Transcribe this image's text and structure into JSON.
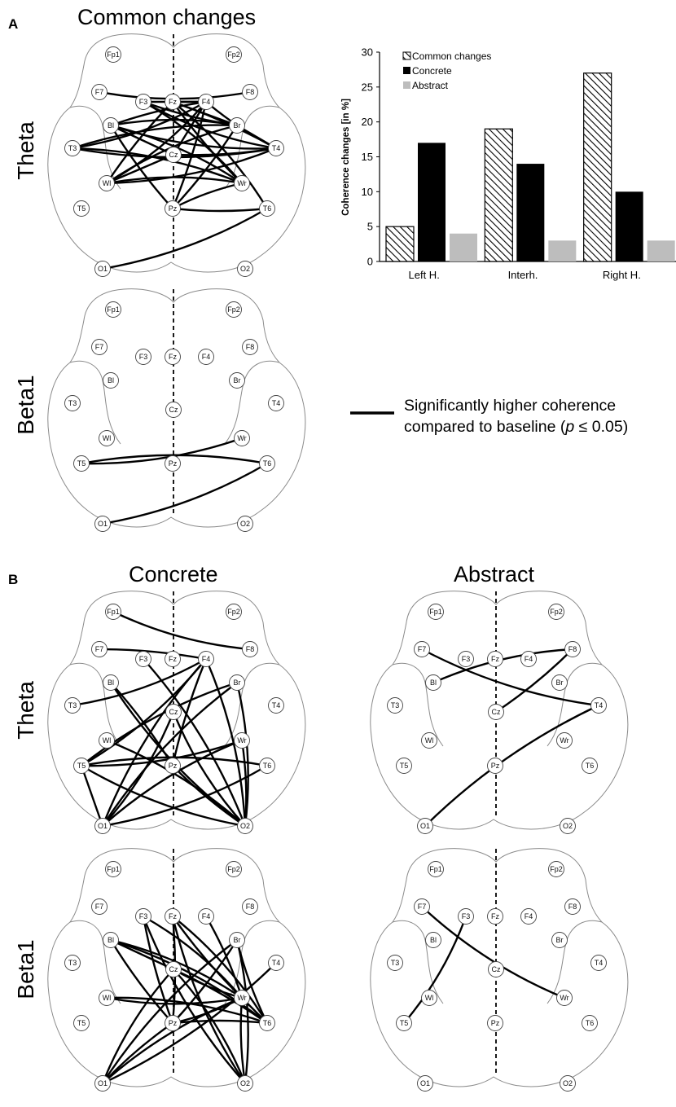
{
  "panel_labels": {
    "a": "A",
    "b": "B"
  },
  "titles": {
    "common": "Common changes",
    "concrete": "Concrete",
    "abstract": "Abstract"
  },
  "band_labels": {
    "theta": "Theta",
    "beta1": "Beta1"
  },
  "electrodes": [
    "Fp1",
    "Fp2",
    "F7",
    "F8",
    "F3",
    "Fz",
    "F4",
    "Bl",
    "Br",
    "T3",
    "T4",
    "Cz",
    "Wl",
    "Wr",
    "T5",
    "T6",
    "Pz",
    "O1",
    "O2"
  ],
  "connection_maps": [
    {
      "id": "common-theta",
      "connections": [
        [
          "F7",
          "F8"
        ],
        [
          "F3",
          "F4"
        ],
        [
          "F3",
          "T4"
        ],
        [
          "F3",
          "Wr"
        ],
        [
          "F3",
          "Br"
        ],
        [
          "Fz",
          "F4"
        ],
        [
          "Fz",
          "Br"
        ],
        [
          "Fz",
          "T4"
        ],
        [
          "Fz",
          "Wr"
        ],
        [
          "Fz",
          "T6"
        ],
        [
          "F4",
          "T4"
        ],
        [
          "F4",
          "Pz"
        ],
        [
          "F4",
          "Cz"
        ],
        [
          "F4",
          "Wl"
        ],
        [
          "F4",
          "Bl"
        ],
        [
          "Bl",
          "Br"
        ],
        [
          "Bl",
          "T4"
        ],
        [
          "Bl",
          "Wr"
        ],
        [
          "Bl",
          "Pz"
        ],
        [
          "Bl",
          "Cz"
        ],
        [
          "Br",
          "Wl"
        ],
        [
          "Br",
          "Pz"
        ],
        [
          "Br",
          "T3"
        ],
        [
          "Br",
          "T4"
        ],
        [
          "T3",
          "T4"
        ],
        [
          "T3",
          "Wr"
        ],
        [
          "T3",
          "F4"
        ],
        [
          "Wl",
          "Wr"
        ],
        [
          "Wl",
          "T4"
        ],
        [
          "Wl",
          "Fz"
        ],
        [
          "Cz",
          "T4"
        ],
        [
          "Cz",
          "Wl"
        ],
        [
          "Pz",
          "T6"
        ],
        [
          "Pz",
          "Wr"
        ],
        [
          "O1",
          "T6"
        ]
      ]
    },
    {
      "id": "common-beta1",
      "connections": [
        [
          "T5",
          "Wr"
        ],
        [
          "T5",
          "T6"
        ],
        [
          "O1",
          "T6"
        ]
      ]
    },
    {
      "id": "concrete-theta",
      "connections": [
        [
          "Fp1",
          "F8"
        ],
        [
          "F7",
          "F4"
        ],
        [
          "T3",
          "F4"
        ],
        [
          "F3",
          "O2"
        ],
        [
          "F4",
          "O1"
        ],
        [
          "F4",
          "O2"
        ],
        [
          "F4",
          "Pz"
        ],
        [
          "F4",
          "T5"
        ],
        [
          "Bl",
          "O2"
        ],
        [
          "Bl",
          "Pz"
        ],
        [
          "Br",
          "O1"
        ],
        [
          "Br",
          "O2"
        ],
        [
          "Br",
          "T5"
        ],
        [
          "Cz",
          "O1"
        ],
        [
          "Cz",
          "O2"
        ],
        [
          "Wl",
          "O2"
        ],
        [
          "T5",
          "Wr"
        ],
        [
          "T5",
          "O1"
        ],
        [
          "T5",
          "O2"
        ],
        [
          "T5",
          "T6"
        ],
        [
          "Wr",
          "O1"
        ],
        [
          "Wr",
          "O2"
        ],
        [
          "Pz",
          "O2"
        ],
        [
          "T6",
          "O1"
        ]
      ]
    },
    {
      "id": "abstract-theta",
      "connections": [
        [
          "F7",
          "T4"
        ],
        [
          "Bl",
          "F8"
        ],
        [
          "Cz",
          "F8"
        ],
        [
          "O1",
          "T4"
        ]
      ]
    },
    {
      "id": "concrete-beta1",
      "connections": [
        [
          "F3",
          "Pz"
        ],
        [
          "F3",
          "Wr"
        ],
        [
          "F3",
          "O2"
        ],
        [
          "Fz",
          "Pz"
        ],
        [
          "Fz",
          "Wr"
        ],
        [
          "Fz",
          "T6"
        ],
        [
          "Fz",
          "O2"
        ],
        [
          "F4",
          "Wr"
        ],
        [
          "Bl",
          "Cz"
        ],
        [
          "Bl",
          "Wr"
        ],
        [
          "Bl",
          "Pz"
        ],
        [
          "Bl",
          "T6"
        ],
        [
          "Br",
          "T6"
        ],
        [
          "Br",
          "O2"
        ],
        [
          "Br",
          "O1"
        ],
        [
          "Br",
          "Pz"
        ],
        [
          "Cz",
          "Wr"
        ],
        [
          "Cz",
          "T6"
        ],
        [
          "Cz",
          "O1"
        ],
        [
          "Cz",
          "O2"
        ],
        [
          "Wl",
          "Wr"
        ],
        [
          "Wl",
          "T6"
        ],
        [
          "Pz",
          "Wr"
        ],
        [
          "Pz",
          "T6"
        ],
        [
          "Pz",
          "O1"
        ],
        [
          "T4",
          "O1"
        ],
        [
          "Wr",
          "O1"
        ],
        [
          "Wr",
          "T6"
        ],
        [
          "Wr",
          "O2"
        ]
      ]
    },
    {
      "id": "abstract-beta1",
      "connections": [
        [
          "F7",
          "Wr"
        ],
        [
          "F3",
          "T5"
        ]
      ]
    }
  ],
  "legend": {
    "line1": "Significantly higher coherence",
    "line2_a": "compared to baseline (",
    "line2_p": "p",
    "line2_b": " ≤ 0.05)"
  },
  "chart_data": {
    "type": "bar",
    "ylabel": "Coherence changes [in %]",
    "ylim": [
      0,
      30
    ],
    "yticks": [
      0,
      5,
      10,
      15,
      20,
      25,
      30
    ],
    "categories": [
      "Left H.",
      "Interh.",
      "Right H."
    ],
    "series": [
      {
        "name": "Common changes",
        "fill": "hatched",
        "values": [
          5,
          19,
          27
        ]
      },
      {
        "name": "Concrete",
        "color": "#000000",
        "values": [
          17,
          14,
          10
        ]
      },
      {
        "name": "Abstract",
        "color": "#bdbdbd",
        "values": [
          4,
          3,
          3
        ]
      }
    ],
    "legend_position": "top-left"
  }
}
